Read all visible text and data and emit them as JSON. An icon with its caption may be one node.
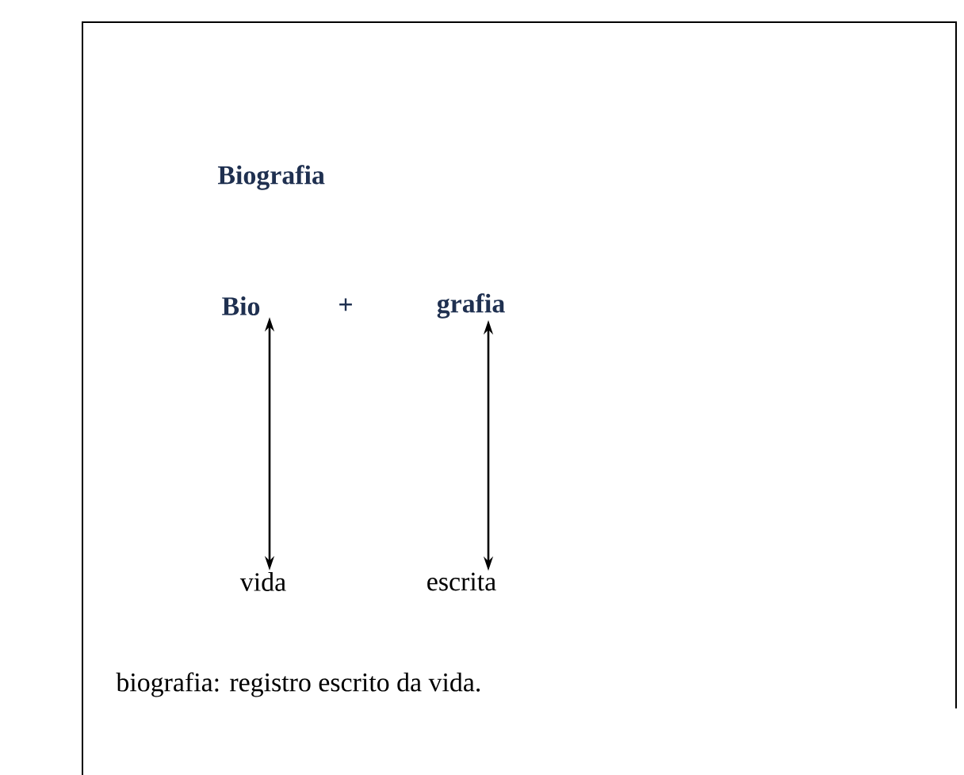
{
  "diagram": {
    "title": "Biografia",
    "nodes": [
      {
        "text": [
          "Bio"
        ]
      },
      {
        "text": [
          "grafia"
        ]
      },
      {
        "text": [
          "vida"
        ]
      },
      {
        "text": [
          "escrita"
        ]
      }
    ],
    "edges": [
      {
        "from": 0,
        "to": 2,
        "arrow": "both"
      },
      {
        "from": 1,
        "to": 3,
        "arrow": "both"
      }
    ],
    "labels": [
      "+"
    ],
    "caption": "biografia: registro escrito da vida."
  }
}
